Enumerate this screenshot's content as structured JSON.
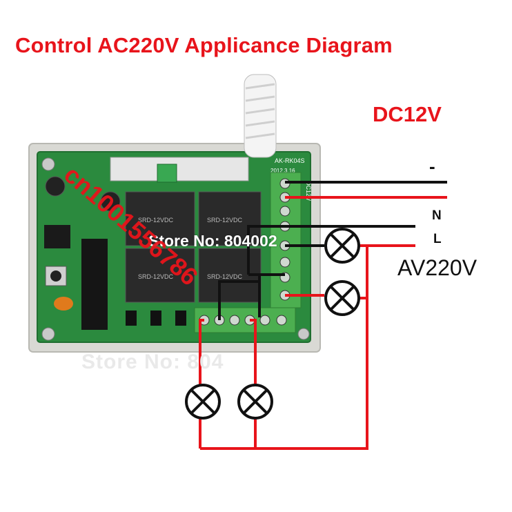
{
  "title": "Control AC220V Applicance Diagram",
  "dc_label": "DC12V",
  "ac_label": "AV220V",
  "terminal_labels": {
    "minus": "-",
    "neutral": "N",
    "live": "L"
  },
  "board": {
    "model_label": "AK-RK04S",
    "date_label": "2012.3.16",
    "relay_label": "SRD-12VDC",
    "header_label": "DC12V"
  },
  "watermarks": {
    "store": "Store No: 804002",
    "store_faded": "Store No: 804",
    "seller": "cn1001556786"
  },
  "colors": {
    "wire_red": "#e8141b",
    "wire_black": "#111111",
    "board_green": "#2b8a3e",
    "terminal_green": "#4caf50",
    "relay_dark": "#2a2a2a"
  }
}
